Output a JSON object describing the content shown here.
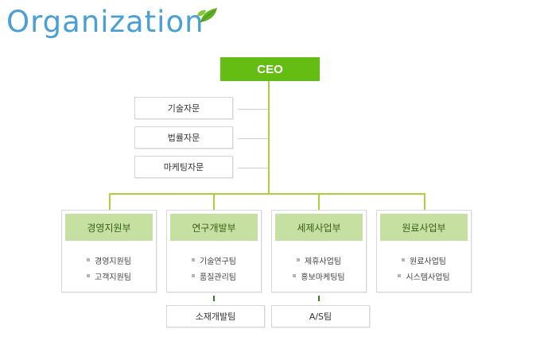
{
  "header": {
    "title": "Organization"
  },
  "colors": {
    "accent": "#65bd14",
    "title": "#4aa0d6",
    "dept_header": "#c6e0a1",
    "connector": "#a6d23c"
  },
  "ceo": {
    "label": "CEO"
  },
  "advisors": [
    {
      "label": "기술자문"
    },
    {
      "label": "법률자문"
    },
    {
      "label": "마케팅자문"
    }
  ],
  "departments": [
    {
      "name": "경영지원부",
      "teams": [
        "경영지원팀",
        "고객지원팀"
      ]
    },
    {
      "name": "연구개발부",
      "teams": [
        "기술연구팀",
        "품질관리팀"
      ]
    },
    {
      "name": "세제사업부",
      "teams": [
        "제휴사업팀",
        "홍보마케팅팀"
      ]
    },
    {
      "name": "원료사업부",
      "teams": [
        "원료사업팀",
        "시스템사업팀"
      ]
    }
  ],
  "sub_units": [
    {
      "label": "소재개발팀"
    },
    {
      "label": "A/S팀"
    }
  ]
}
